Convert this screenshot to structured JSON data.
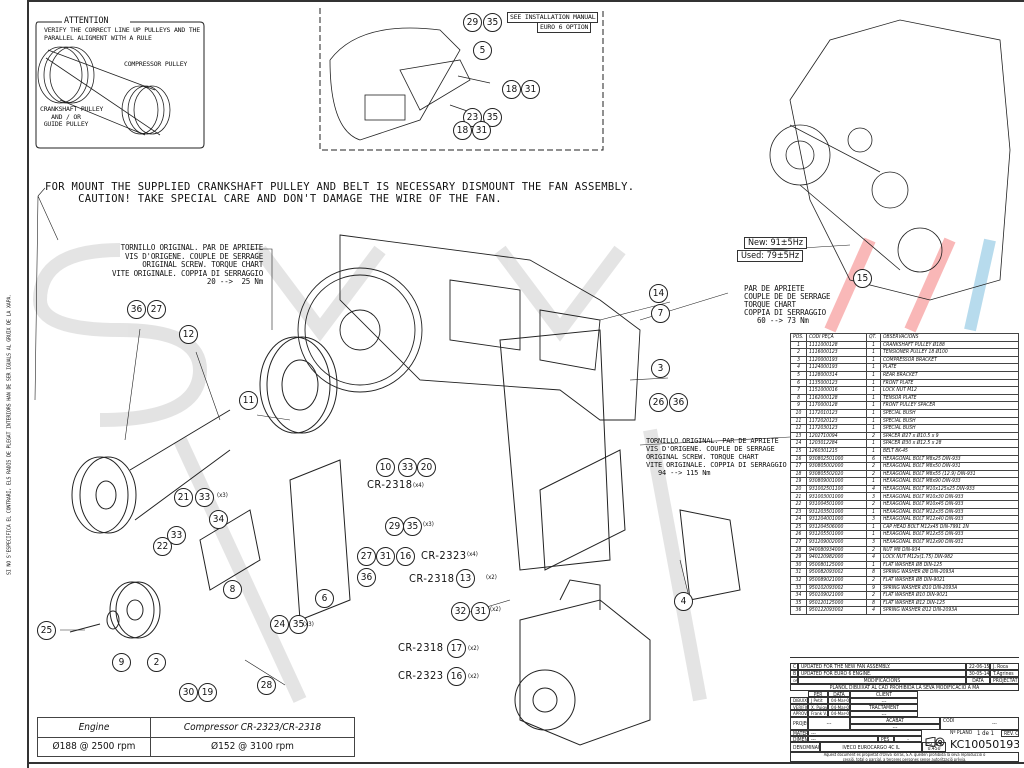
{
  "attention": {
    "title": "ATTENTION",
    "text": "VERIFY THE CORRECT LINE UP PULLEYS AND THE\nPARALLEL ALIGMENT WITH A RULE",
    "compressor_label": "COMPRESSOR PULLEY",
    "crank_label": "CRANKSHAFT PULLEY\n   AND / OR\n GUIDE PULLEY"
  },
  "euro6": {
    "line1": "SEE INSTALLATION MANUAL",
    "line2": "EURO 6 OPTION"
  },
  "main_note": "FOR MOUNT THE SUPPLIED CRANKSHAFT PULLEY AND BELT IS NECESSARY DISMOUNT THE FAN ASSEMBLY.\n     CAUTION! TAKE SPECIAL CARE AND DON'T DAMAGE THE WIRE OF THE FAN.",
  "torque_notes": [
    "TORNILLO ORIGINAL. PAR DE APRIETE\nVIS D'ORIGENE. COUPLE DE SERRAGE\n    ORIGINAL SCREW. TORQUE CHART\nVITE ORIGINALE. COPPIA DI SERRAGGIO\n                20 -->  25 Nm",
    "PAR DE APRIETE\nCOUPLE DE DE SERRAGE\nTORQUE CHART\nCOPPIA DI SERRAGGIO\n   60 --> 73 Nm",
    "TORNILLO ORIGINAL. PAR DE APRIETE\nVIS D'ORIGENE. COUPLE DE SERRAGE\nORIGINAL SCREW. TORQUE CHART\nVITE ORIGINALE. COPPIA DI SERRAGGIO\n   94 --> 115 Nm"
  ],
  "belt_frequency": {
    "new": "New:  91±5Hz",
    "used": "Used:  79±5Hz"
  },
  "balloons": [
    "29",
    "35",
    "5",
    "18",
    "31",
    "23",
    "35",
    "18",
    "31",
    "14",
    "7",
    "3",
    "26",
    "36",
    "15",
    "36",
    "27",
    "12",
    "11",
    "10",
    "33",
    "20",
    "21",
    "33",
    "34",
    "22",
    "33",
    "8",
    "29",
    "35",
    "27",
    "31",
    "16",
    "36",
    "6",
    "24",
    "35",
    "13",
    "32",
    "31",
    "17",
    "16",
    "4",
    "25",
    "9",
    "2",
    "30",
    "19",
    "28"
  ],
  "model_tags": [
    "CR-2318",
    "CR-2323",
    "CR-2318",
    "CR-2318",
    "CR-2323"
  ],
  "quantity_tags": [
    "(x3)",
    "(x4)",
    "(x3)",
    "(x4)",
    "(x2)",
    "(x3)",
    "(x2)",
    "(x2)",
    "(x2)"
  ],
  "side_text": "SI NO S'ESPECIFICA EL CONTRARI, ELS RADIS DE PLEGAT INTERIORS HAN DE SER IGUALS AL GRUIX DE LA XAPA.",
  "speed_table": {
    "headers": [
      "Engine",
      "Compressor CR-2323/CR-2318"
    ],
    "values": [
      "Ø188 @ 2500 rpm",
      "Ø152 @ 3100 rpm"
    ]
  },
  "parts_table": {
    "headers": [
      "POS.",
      "CODI PEÇA",
      "QT.",
      "OBSERVACIONS"
    ],
    "rows": [
      [
        "1",
        "1111000128",
        "1",
        "CRANKSHAFT PULLEY Ø188"
      ],
      [
        "2",
        "1116000123",
        "1",
        "TENSIONER PULLEY 18 Ø100"
      ],
      [
        "3",
        "1120000193",
        "1",
        "COMPRESSOR BRACKET"
      ],
      [
        "4",
        "1124000193",
        "1",
        "PLATE"
      ],
      [
        "5",
        "1128000314",
        "1",
        "REAR BRACKET"
      ],
      [
        "6",
        "1135000123",
        "1",
        "FRONT PLATE"
      ],
      [
        "7",
        "1151000016",
        "1",
        "LOCK NUT M12"
      ],
      [
        "8",
        "1162000128",
        "1",
        "TENSOR PLATE"
      ],
      [
        "9",
        "1170000128",
        "1",
        "FRONT PULLEY SPACER"
      ],
      [
        "10",
        "1172010123",
        "1",
        "SPECIAL BUSH"
      ],
      [
        "11",
        "1172020123",
        "1",
        "SPECIAL BUSH"
      ],
      [
        "12",
        "1172030123",
        "1",
        "SPECIAL BUSH"
      ],
      [
        "13",
        "1202710094",
        "2",
        "SPACER Ø27 x Ø10.5 x 9"
      ],
      [
        "14",
        "1203012284",
        "1",
        "SPACER Ø30 x Ø12.5 x 28"
      ],
      [
        "15",
        "1260301215",
        "1",
        "BELT 8K-45"
      ],
      [
        "16",
        "930802501000",
        "6",
        "HEXAGONAL BOLT M8x25 DIN-933"
      ],
      [
        "17",
        "930805002000",
        "2",
        "HEXAGONAL BOLT M8x50 DIN-931"
      ],
      [
        "18",
        "930805502020",
        "2",
        "HEXAGONAL BOLT M8x55 (12.9) DIN-931"
      ],
      [
        "19",
        "930809001000",
        "1",
        "HEXAGONAL BOLT M8x90 DIN-933"
      ],
      [
        "20",
        "931002501100",
        "4",
        "HEXAGONAL BOLT M10x125x25 DIN-933"
      ],
      [
        "21",
        "931003001000",
        "3",
        "HEXAGONAL BOLT M10x30 DIN-933"
      ],
      [
        "22",
        "931004501000",
        "2",
        "HEXAGONAL BOLT M10x45 DIN-933"
      ],
      [
        "23",
        "931203501000",
        "1",
        "HEXAGONAL BOLT M12x35 DIN-933"
      ],
      [
        "24",
        "931204001000",
        "3",
        "HEXAGONAL BOLT M12x40 DIN-933"
      ],
      [
        "25",
        "931204506000",
        "1",
        "CAP HEAD BOLT M12x45 DIN-7991 2N"
      ],
      [
        "26",
        "931205501000",
        "1",
        "HEXAGONAL BOLT M12x55 DIN-933"
      ],
      [
        "27",
        "931209002000",
        "3",
        "HEXAGONAL BOLT M12x90 DIN-931"
      ],
      [
        "28",
        "940080934000",
        "2",
        "NUT M8 DIN-934"
      ],
      [
        "29",
        "940120982000",
        "4",
        "LOCK NUT M12x(1.75) DIN-982"
      ],
      [
        "30",
        "950080125000",
        "1",
        "FLAT WASHER Ø8 DIN-125"
      ],
      [
        "31",
        "950082093002",
        "8",
        "SPRING WASHER Ø8 DIN-2093A"
      ],
      [
        "32",
        "950089021000",
        "2",
        "FLAT WASHER Ø8 DIN-9021"
      ],
      [
        "33",
        "950102093002",
        "9",
        "SPRING WASHER Ø10 DIN-2093A"
      ],
      [
        "34",
        "950109021000",
        "2",
        "FLAT WASHER Ø10 DIN-9021"
      ],
      [
        "35",
        "950120125000",
        "8",
        "FLAT WASHER Ø12 DIN-125"
      ],
      [
        "36",
        "950122093002",
        "4",
        "SPRING WASHER Ø12 DIN-2093A"
      ]
    ]
  },
  "title_block": {
    "revisions": [
      {
        "rev": "C",
        "text": "UPDATED FOR THE NEW FAN ASSEMBLY.",
        "date": "22-06-15",
        "by": "J. Roca"
      },
      {
        "rev": "B",
        "text": "UPDATED FOR EURO 6 ENGINE.",
        "date": "30-05-14",
        "by": "T.Agrines"
      }
    ],
    "rev_headers": [
      "ORDRE",
      "MODIFICACIONS",
      "DATA",
      "PROJECTAT"
    ],
    "notice": "PLÀNOL DIBUIXAT AL CAD PROHIBIDA LA SEVA MODIFICACIÓ A MÀ",
    "per": "PER",
    "data": "DATA",
    "client": "CLIENT",
    "client_value": "---",
    "tractament": "TRACTAMENT",
    "tractament_value": "---",
    "people": [
      {
        "role": "DIBUIXA",
        "name": "J Petit",
        "date": "04-Mar-08"
      },
      {
        "role": "VERIFICA",
        "name": "X. Puigvi",
        "date": "04-Mar-08"
      },
      {
        "role": "APROVA",
        "name": "Frank V.",
        "date": "04-Mar-08"
      }
    ],
    "projecte": "PROJECTE",
    "projecte_value": "---",
    "acabat": "ACABAT",
    "acabat_value": "---",
    "codi": "CODI",
    "codi_value": "---",
    "material": "MATERIAL",
    "material_value": "---",
    "dimens": "DIMENS.",
    "dimens_value": "---",
    "pes": "PES",
    "pes_value": "-",
    "denominacio": "DENOMINACIÓ",
    "denominacio_value": "IVECO EUROCARGO 4C IL",
    "escala": "ESCALA",
    "escala_value": "0.450",
    "plano": "Nº PLÀNOL",
    "sheet": "1 de 1",
    "rev": "REV. C",
    "number": "KC10050193",
    "footer": "Aquest document es propietat d'Oliva Torras, S.A. queden prohibida la seva reproducció o\ncessió, total o parcial, a terceres persones sense autorització prèvia."
  }
}
